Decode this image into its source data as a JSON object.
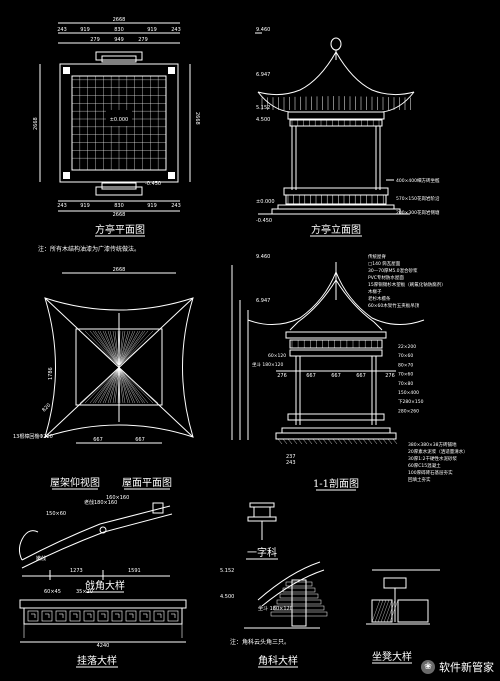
{
  "titles": {
    "plan": "方亭平面图",
    "elevation": "方亭立面图",
    "roof_framing": "屋架仰视图",
    "roof_plan": "屋面平面图",
    "section": "1-1剖面图",
    "gable": "戗角大样",
    "yizi": "一字科",
    "gualuo": "挂落大样",
    "corner": "角科大样",
    "seat": "坐凳大样"
  },
  "notes": {
    "structure": "注：所有木结构油漆为广漆传统做法。",
    "corner": "注：角科云头角三只。"
  },
  "plan": {
    "top_total": "2668",
    "top_segs": [
      "243",
      "919",
      "830",
      "919",
      "243"
    ],
    "top_inner": [
      "279",
      "949",
      "279"
    ],
    "bot_total": "2668",
    "bot_segs": [
      "243",
      "919",
      "830",
      "919",
      "243"
    ],
    "left_dim": "2668",
    "right_dim": "2668",
    "center": "±0.000",
    "step_level": "-0.450"
  },
  "elevation": {
    "levels": [
      "9.460",
      "6.947",
      "5.152",
      "4.500",
      "±0.000",
      "-0.450"
    ],
    "callouts": [
      "400×400细方砖坐槛",
      "570×150花岗岩阶沿",
      "200×300花岗岩侧塘"
    ]
  },
  "section": {
    "levels": [
      "9.460",
      "6.947"
    ],
    "top_callouts": [
      "传统屋脊",
      "□140 筒瓦屋面",
      "30—70厚M5.0混合砂浆",
      "PVC专材防水屋面",
      "15厚铜锡杉木望板（刷氟化钠防腐剂）",
      "木椽子",
      "老杉木檩条",
      "60×60木架竹五夹板吊顶"
    ],
    "right_callouts": [
      "22×200",
      "70×60",
      "80×70",
      "70×60",
      "70×80",
      "150×400",
      "下280×150",
      "280×260"
    ],
    "left_callouts": [
      "60×120",
      "坐斗 180×120"
    ],
    "row_dims": [
      "276",
      "667",
      "667",
      "667",
      "276"
    ],
    "bottom_callouts": [
      "380×380×38方砖铺地",
      "20厚素水泥浆（洒适量清水）",
      "30厚1:2干硬性水泥砂浆",
      "60厚C15混凝土",
      "100厚碎砖石基层夯实",
      "回填土夯实"
    ],
    "bottom_dims": [
      "237",
      "243"
    ]
  },
  "framing": {
    "top_dims": [
      "2668"
    ],
    "bottom_dims": [
      "667",
      "667"
    ],
    "left_dims": [
      "1786",
      "820"
    ],
    "label": "13根樟回檐Φ220"
  },
  "gable": {
    "dims": [
      "160×160",
      "老戗180×160",
      "150×60",
      "1273",
      "1591"
    ],
    "label": "嫩戗"
  },
  "gualuo": {
    "dims": [
      "60×45",
      "35×20",
      "4240"
    ]
  },
  "corner": {
    "levels": [
      "5.152",
      "4.500"
    ],
    "label": "坐斗 180×120"
  },
  "watermark": {
    "logo": "❀",
    "text": "软件新管家"
  }
}
